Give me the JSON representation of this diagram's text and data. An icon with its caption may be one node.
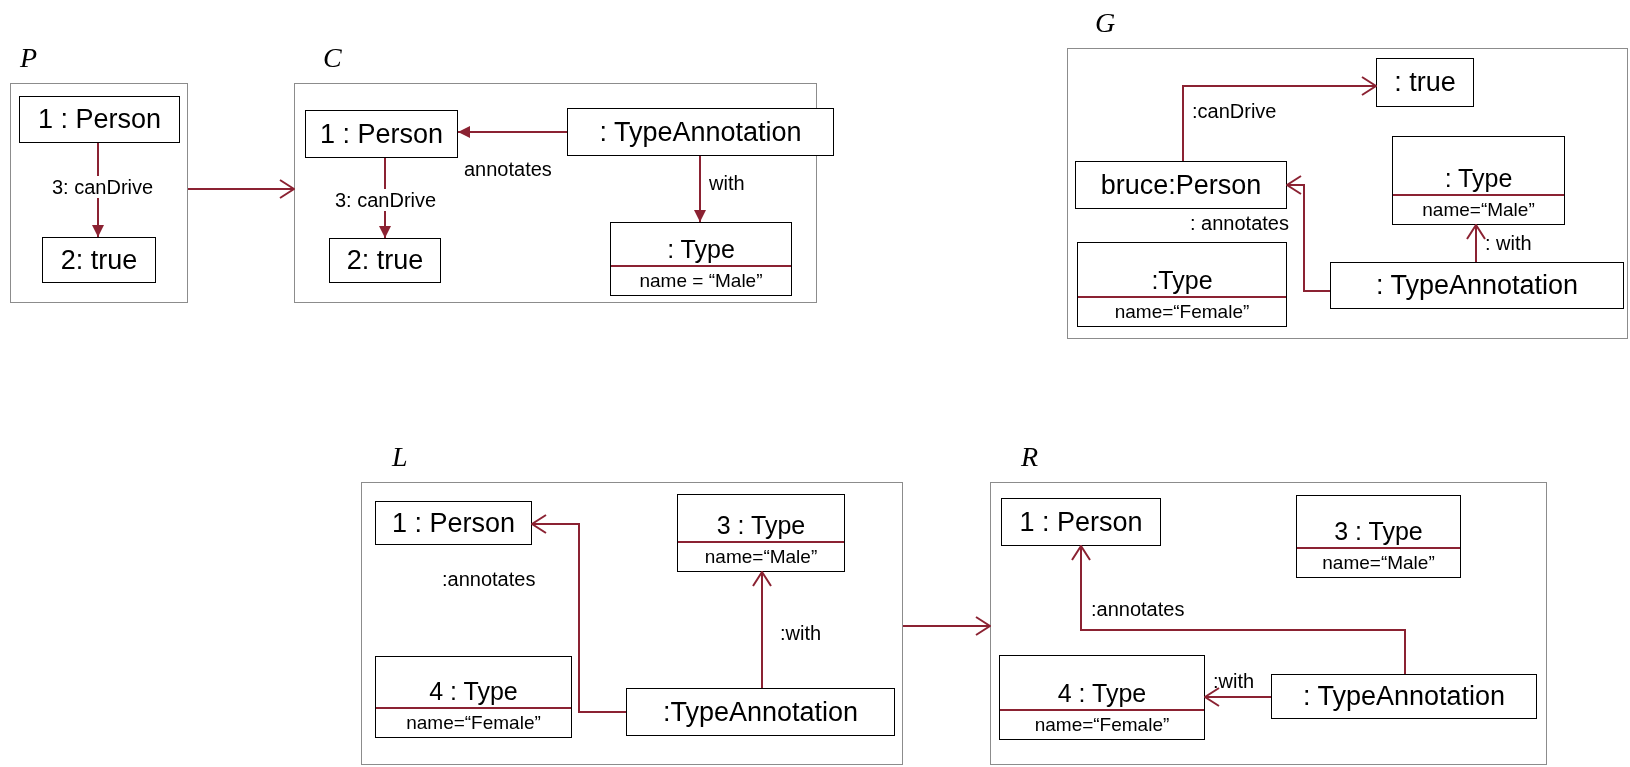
{
  "diagram": {
    "nodes": [
      {
        "text": [
          "P"
        ]
      },
      {
        "text": [
          "1 : Person"
        ],
        "in": 0
      },
      {
        "text": [
          "2: true"
        ],
        "in": 0
      },
      {
        "text": [
          "C"
        ]
      },
      {
        "text": [
          "1 : Person"
        ],
        "in": 3
      },
      {
        "text": [
          ": TypeAnnotation"
        ],
        "in": 3
      },
      {
        "text": [
          "2: true"
        ],
        "in": 3
      },
      {
        "text": [
          ": Type",
          "name = “Male”"
        ],
        "in": 3
      },
      {
        "text": [
          "G"
        ]
      },
      {
        "text": [
          ": true"
        ],
        "in": 8
      },
      {
        "text": [
          "bruce:Person"
        ],
        "in": 8
      },
      {
        "text": [
          ": Type",
          "name=“Male”"
        ],
        "in": 8
      },
      {
        "text": [
          ":Type",
          "name=“Female”"
        ],
        "in": 8
      },
      {
        "text": [
          ": TypeAnnotation"
        ],
        "in": 8
      },
      {
        "text": [
          "L"
        ]
      },
      {
        "text": [
          "1 : Person"
        ],
        "in": 14
      },
      {
        "text": [
          "3 : Type",
          "name=“Male”"
        ],
        "in": 14
      },
      {
        "text": [
          "4 : Type",
          "name=“Female”"
        ],
        "in": 14
      },
      {
        "text": [
          ":TypeAnnotation"
        ],
        "in": 14
      },
      {
        "text": [
          "R"
        ]
      },
      {
        "text": [
          "1 : Person"
        ],
        "in": 19
      },
      {
        "text": [
          "3 : Type",
          "name=“Male”"
        ],
        "in": 19
      },
      {
        "text": [
          "4 : Type",
          "name=“Female”"
        ],
        "in": 19
      },
      {
        "text": [
          ": TypeAnnotation"
        ],
        "in": 19
      }
    ],
    "edges": [
      {
        "from": 1,
        "to": 2,
        "arrow": "to",
        "label": "3: canDrive"
      },
      {
        "from": 0,
        "to": 3,
        "arrow": "to"
      },
      {
        "from": 5,
        "to": 4,
        "arrow": "to",
        "label": "annotates"
      },
      {
        "from": 4,
        "to": 6,
        "arrow": "to",
        "label": "3: canDrive"
      },
      {
        "from": 5,
        "to": 7,
        "arrow": "to",
        "label": "with"
      },
      {
        "from": 10,
        "to": 9,
        "arrow": "to",
        "label": ":canDrive"
      },
      {
        "from": 13,
        "to": 10,
        "arrow": "to",
        "label": ": annotates"
      },
      {
        "from": 13,
        "to": 11,
        "arrow": "to",
        "label": ": with"
      },
      {
        "from": 18,
        "to": 15,
        "arrow": "to",
        "label": ":annotates"
      },
      {
        "from": 18,
        "to": 16,
        "arrow": "to",
        "label": ":with"
      },
      {
        "from": 14,
        "to": 19,
        "arrow": "to"
      },
      {
        "from": 23,
        "to": 20,
        "arrow": "to",
        "label": ":annotates"
      },
      {
        "from": 23,
        "to": 22,
        "arrow": "to",
        "label": ":with"
      }
    ]
  }
}
